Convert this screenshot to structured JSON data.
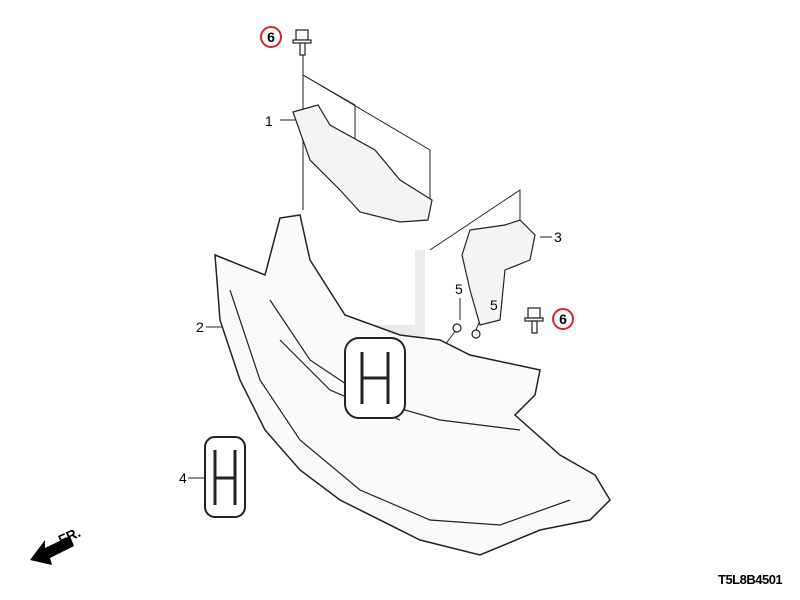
{
  "diagram": {
    "callouts": [
      {
        "id": "6",
        "highlighted": true
      },
      {
        "id": "1",
        "highlighted": false
      },
      {
        "id": "3",
        "highlighted": false
      },
      {
        "id": "5",
        "highlighted": false
      },
      {
        "id": "5",
        "highlighted": false
      },
      {
        "id": "6",
        "highlighted": true
      },
      {
        "id": "2",
        "highlighted": false
      },
      {
        "id": "4",
        "highlighted": false
      }
    ],
    "direction_label": "FR.",
    "diagram_code": "T5L8B4501",
    "highlight_color": "#d8232a"
  }
}
